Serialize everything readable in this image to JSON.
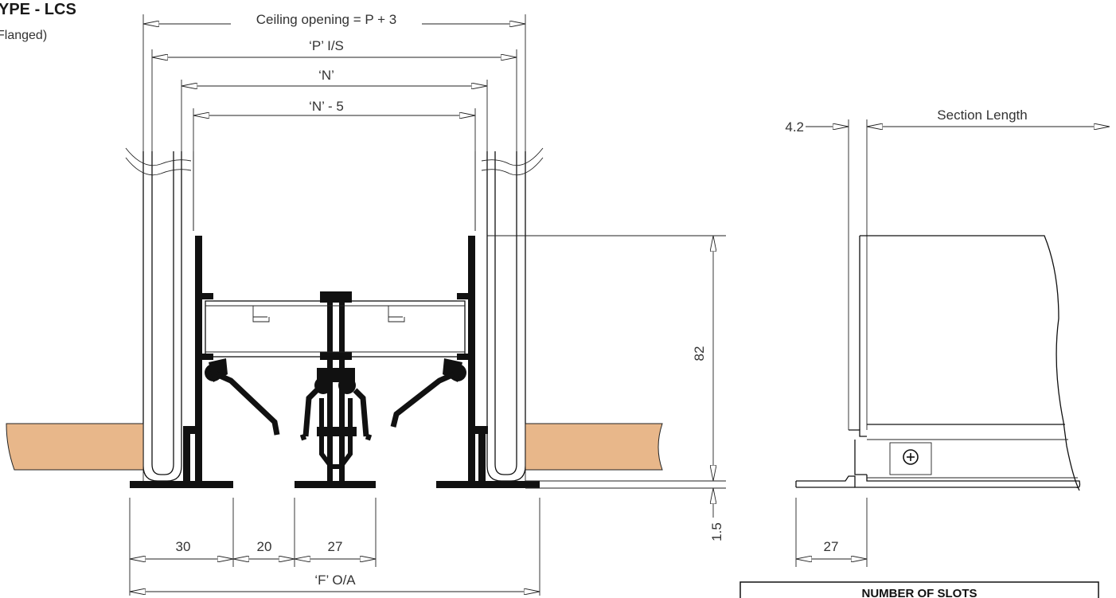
{
  "title": "YPE - LCS",
  "subtitle": "Flanged)",
  "dimensions": {
    "ceiling_opening": "Ceiling opening = P + 3",
    "p_is": "‘P’ I/S",
    "n": "‘N’",
    "n_minus_5": "‘N’ - 5",
    "height_82": "82",
    "height_1_5": "1.5",
    "width_30": "30",
    "width_20": "20",
    "width_27": "27",
    "f_oa": "‘F’ O/A",
    "side_4_2": "4.2",
    "section_length": "Section Length",
    "side_27": "27"
  },
  "table": {
    "header": "NUMBER OF SLOTS"
  },
  "colors": {
    "ceiling_board": "#E8B78A",
    "line": "#111111"
  }
}
